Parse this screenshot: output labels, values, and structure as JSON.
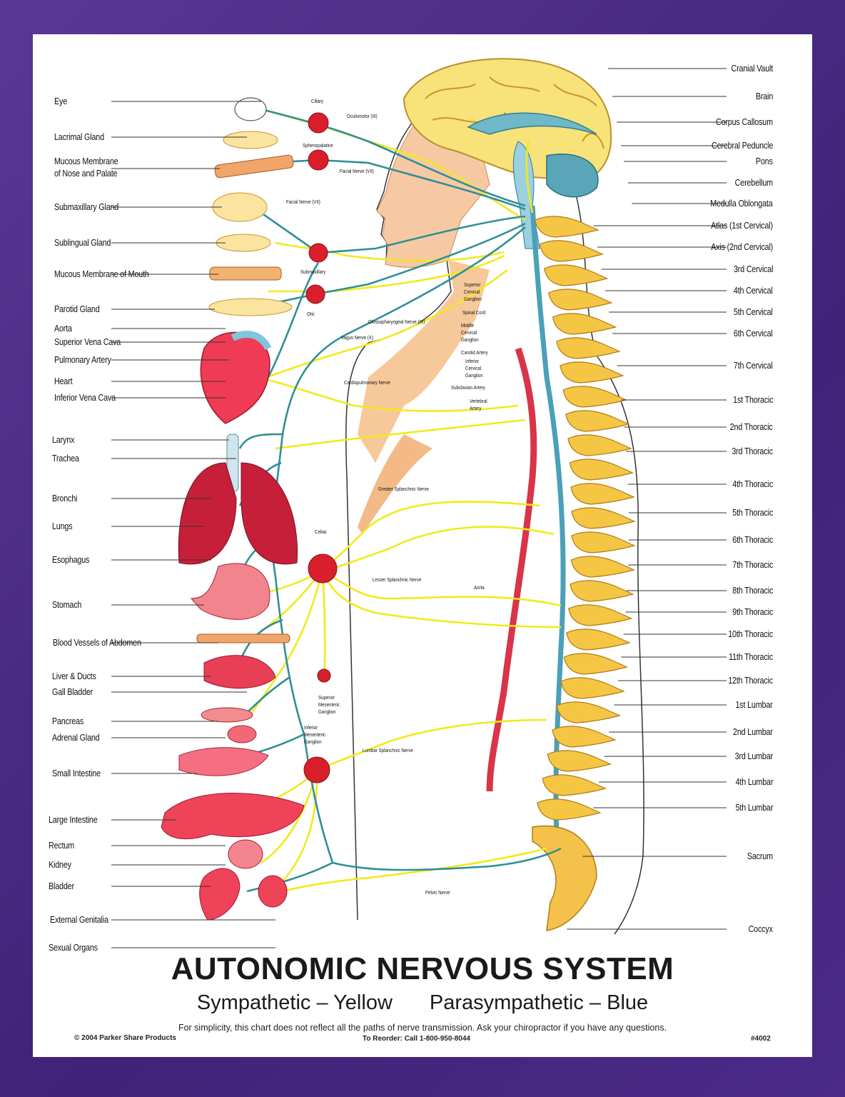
{
  "title": "AUTONOMIC NERVOUS SYSTEM",
  "subtitle_sympathetic": "Sympathetic – Yellow",
  "subtitle_parasympathetic": "Parasympathetic – Blue",
  "note": "For simplicity, this chart does not reflect all the paths of nerve transmission. Ask your chiropractor if you have any questions.",
  "copyright": "© 2004 Parker Share Products",
  "reorder": "To Reorder: Call 1-800-950-8044",
  "catalog_number": "#4002",
  "colors": {
    "sympathetic": "#f2ea1a",
    "parasympathetic": "#2f8f96",
    "border": "#4a2a86",
    "ganglion": "#d81f2b"
  },
  "left_labels": {
    "eye": "Eye",
    "lacrimal_gland": "Lacrimal Gland",
    "mucous_nose_1": "Mucous Membrane",
    "mucous_nose_2": "of Nose and Palate",
    "submaxillary_gland": "Submaxillary Gland",
    "sublingual_gland": "Sublingual Gland",
    "mucous_mouth": "Mucous Membrane of Mouth",
    "parotid_gland": "Parotid Gland",
    "aorta": "Aorta",
    "superior_vena_cava": "Superior Vena Cava",
    "pulmonary_artery": "Pulmonary Artery",
    "heart": "Heart",
    "inferior_vena_cava": "Inferior Vena Cava",
    "larynx": "Larynx",
    "trachea": "Trachea",
    "bronchi": "Bronchi",
    "lungs": "Lungs",
    "esophagus": "Esophagus",
    "stomach": "Stomach",
    "blood_vessels": "Blood Vessels of Abdomen",
    "liver": "Liver & Ducts",
    "gall_bladder": "Gall Bladder",
    "pancreas": "Pancreas",
    "adrenal_gland": "Adrenal Gland",
    "small_intestine": "Small Intestine",
    "large_intestine": "Large Intestine",
    "rectum": "Rectum",
    "kidney": "Kidney",
    "bladder": "Bladder",
    "external_genitalia": "External Genitalia",
    "sexual_organs": "Sexual Organs"
  },
  "right_labels": {
    "cranial_vault": "Cranial Vault",
    "brain": "Brain",
    "corpus_callosum": "Corpus Callosum",
    "cerebral_peduncle": "Cerebral Peduncle",
    "pons": "Pons",
    "cerebellum": "Cerebellum",
    "medulla": "Medulla Oblongata",
    "atlas": "Atlas (1st Cervical)",
    "axis": "Axis (2nd Cervical)",
    "c3": "3rd Cervical",
    "c4": "4th Cervical",
    "c5": "5th Cervical",
    "c6": "6th Cervical",
    "c7": "7th Cervical",
    "t1": "1st Thoracic",
    "t2": "2nd Thoracic",
    "t3": "3rd Thoracic",
    "t4": "4th Thoracic",
    "t5": "5th Thoracic",
    "t6": "6th Thoracic",
    "t7": "7th Thoracic",
    "t8": "8th Thoracic",
    "t9": "9th Thoracic",
    "t10": "10th Thoracic",
    "t11": "11th Thoracic",
    "t12": "12th Thoracic",
    "l1": "1st Lumbar",
    "l2": "2nd Lumbar",
    "l3": "3rd Lumbar",
    "l4": "4th Lumbar",
    "l5": "5th Lumbar",
    "sacrum": "Sacrum",
    "coccyx": "Coccyx"
  },
  "inner_labels": {
    "ciliary": "Ciliary",
    "oculomotor": "Oculomotor (III)",
    "sphenopalatine": "Sphenopalatine",
    "facial_vii_a": "Facial Nerve (VII)",
    "facial_vii_b": "Facial Nerve (VII)",
    "submaxillary": "Submaxillary",
    "otic": "Otic",
    "glossopharyngeal": "Glossopharyngeal Nerve (IX)",
    "vagus": "Vagus Nerve (X)",
    "superior_cervical_1": "Superior",
    "superior_cervical_2": "Cervical",
    "superior_cervical_3": "Ganglion",
    "spinal_cord": "Spinal Cord",
    "middle_cervical_1": "Middle",
    "middle_cervical_2": "Cervical",
    "middle_cervical_3": "Ganglion",
    "carotid": "Carotid Artery",
    "inferior_cervical_1": "Inferior",
    "inferior_cervical_2": "Cervical",
    "inferior_cervical_3": "Ganglion",
    "subclavian": "Subclavian Artery",
    "vertebral_1": "Vertebral",
    "vertebral_2": "Artery",
    "cardiopulmonary": "Cardiopulmonary Nerve",
    "greater_splanchnic": "Greater Splanchnic Nerve",
    "celiac": "Celiac",
    "lesser_splanchnic": "Lesser Splanchnic Nerve",
    "aorta_inner": "Aorta",
    "sup_mesenteric_1": "Superior",
    "sup_mesenteric_2": "Mesenteric",
    "sup_mesenteric_3": "Ganglion",
    "inf_mesenteric_1": "Inferior",
    "inf_mesenteric_2": "Mesenteric",
    "inf_mesenteric_3": "Ganglion",
    "lumbar_splanchnic": "Lumbar Splanchnic Nerve",
    "pelvic": "Pelvic Nerve"
  }
}
